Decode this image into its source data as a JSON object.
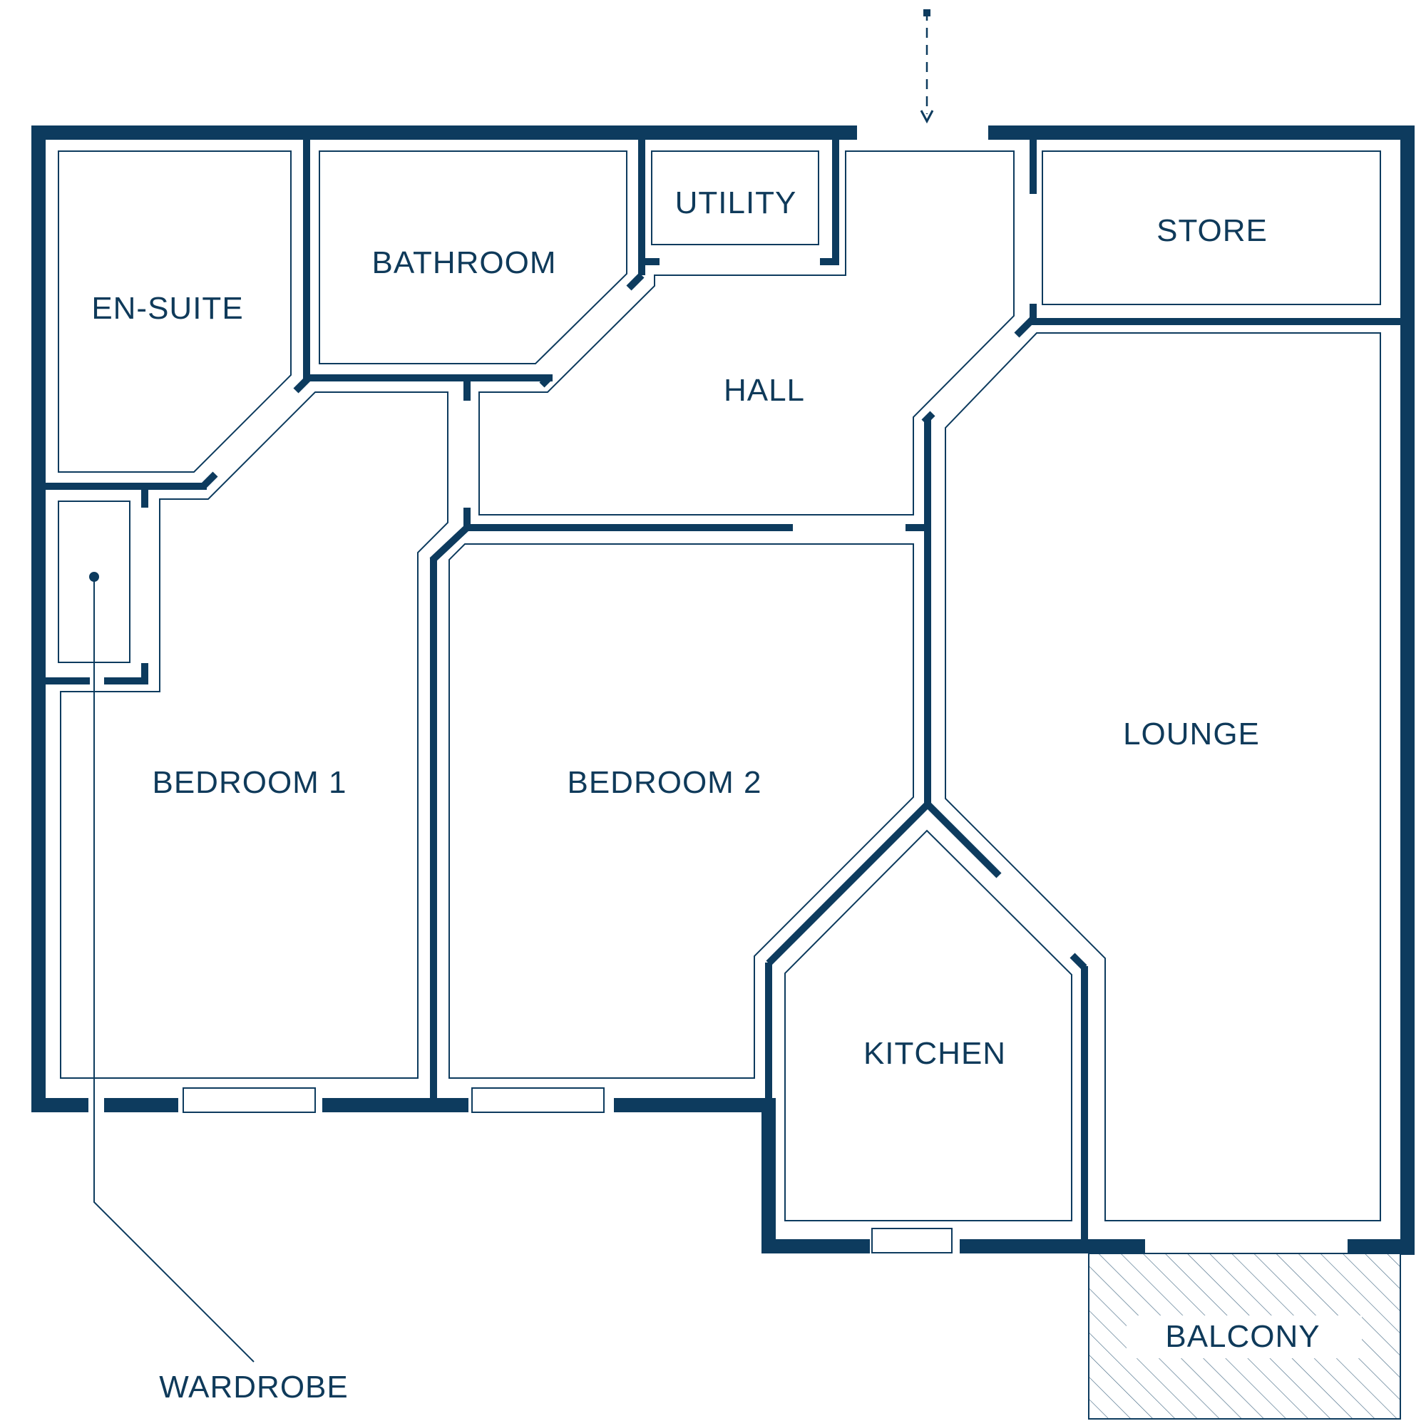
{
  "colors": {
    "wall": "#0d3b5e",
    "label": "#0f3a5a",
    "background": "#ffffff"
  },
  "rooms": {
    "en_suite": "EN-SUITE",
    "bathroom": "BATHROOM",
    "utility": "UTILITY",
    "hall": "HALL",
    "store": "STORE",
    "lounge": "LOUNGE",
    "bedroom_1": "BEDROOM 1",
    "bedroom_2": "BEDROOM 2",
    "kitchen": "KITCHEN",
    "balcony": "BALCONY",
    "wardrobe": "WARDROBE"
  },
  "icons": {
    "entrance": "entrance-arrow-icon"
  }
}
